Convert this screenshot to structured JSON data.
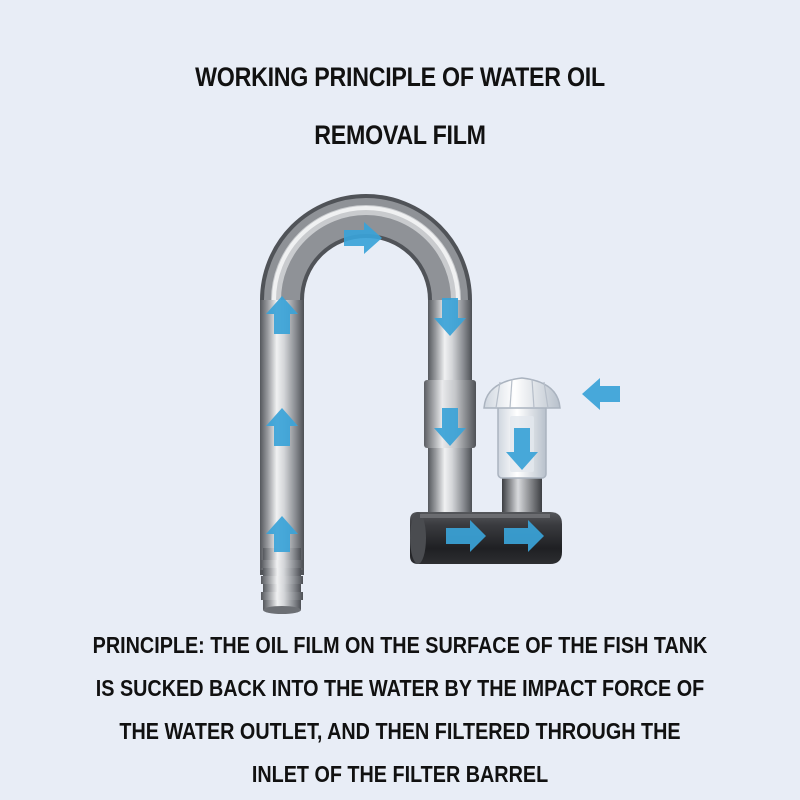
{
  "title": {
    "line1": "WORKING PRINCIPLE OF WATER OIL",
    "line2": "REMOVAL FILM"
  },
  "principle": {
    "lines": [
      "PRINCIPLE: THE OIL FILM ON THE SURFACE OF THE FISH TANK",
      "IS SUCKED BACK INTO THE WATER BY THE IMPACT FORCE OF",
      "THE WATER OUTLET, AND THEN FILTERED THROUGH THE",
      "INLET OF THE FILTER BARREL"
    ]
  },
  "colors": {
    "background": "#e8edf6",
    "arrow": "#3aa3d8",
    "pipe_light": "#e4e6e8",
    "pipe_dark": "#6e7176",
    "outlet_body": "#2a2b2e"
  },
  "icons": [
    "flow-arrow-icon"
  ]
}
